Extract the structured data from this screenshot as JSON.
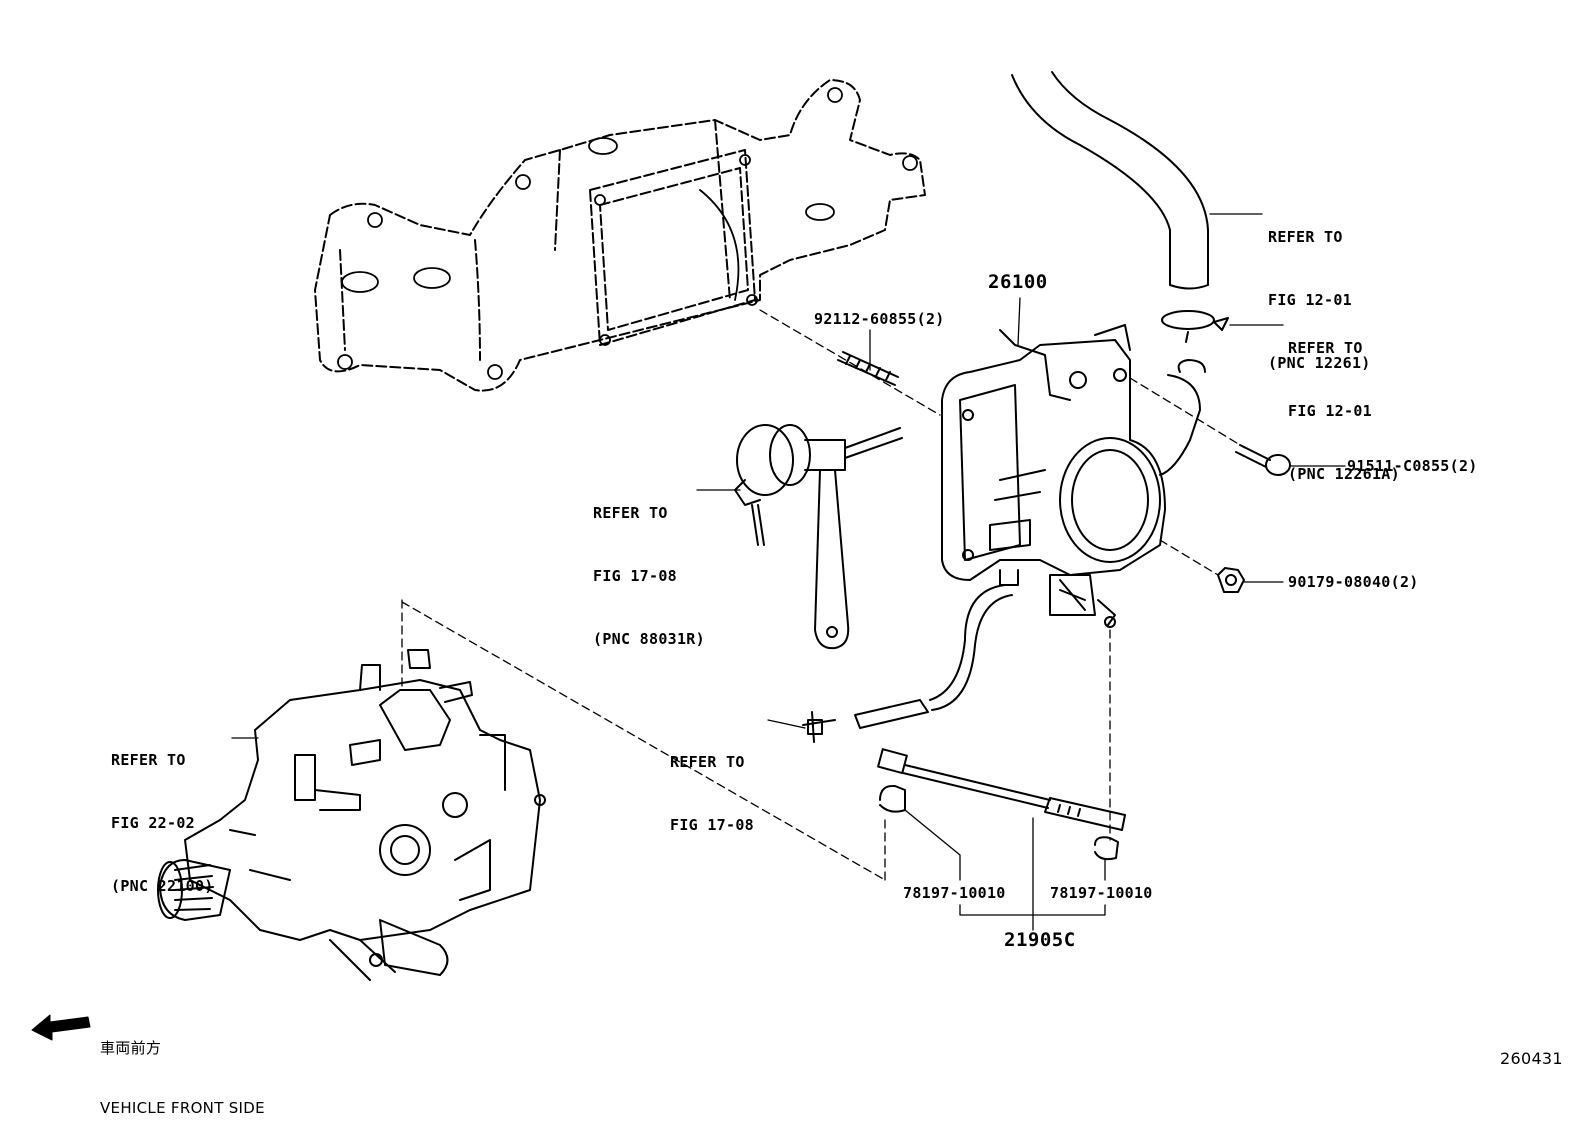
{
  "refs": {
    "hose": {
      "line1": "REFER TO",
      "line2": "FIG 12-01",
      "line3": "(PNC 12261)"
    },
    "gasket": {
      "line1": "REFER TO",
      "line2": "FIG 12-01",
      "line3": "(PNC 12261A)"
    },
    "vsv": {
      "line1": "REFER TO",
      "line2": "FIG 17-08",
      "line3": "(PNC 88031R)"
    },
    "tee": {
      "line1": "REFER TO",
      "line2": "FIG 17-08"
    },
    "pump": {
      "line1": "REFER TO",
      "line2": "FIG 22-02",
      "line3": "(PNC 22100)"
    }
  },
  "parts": {
    "throttle_body": "26100",
    "stud": "92112-60855(2)",
    "bolt": "91511-C0855(2)",
    "nut": "90179-08040(2)",
    "link_end_left": "78197-10010",
    "link_end_right": "78197-10010",
    "link_assy": "21905C"
  },
  "direction": {
    "jp": "車両前方",
    "en": "VEHICLE FRONT SIDE"
  },
  "figure_id": "260431"
}
